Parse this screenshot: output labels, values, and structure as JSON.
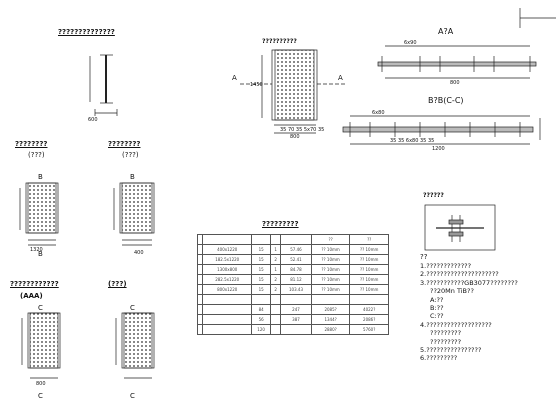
{
  "titles": {
    "section_main": "??????????????",
    "section_b_left": "????????",
    "section_b_left_sub": "(???)",
    "section_b_right": "????????",
    "section_b_right_sub": "(???)",
    "section_c_left": "????????????",
    "section_c_left_sub": "(AAA)",
    "section_c_right": "(???)",
    "flange_plate": "??????????",
    "aa": "A?A",
    "bb": "B?B(C-C)",
    "table_title": "?????????",
    "bolt_detail": "??????",
    "notes_heading": "??"
  },
  "labels": {
    "a": "A",
    "b": "B",
    "c": "C",
    "dim_600": "600",
    "dim_800": "800",
    "dim_1200": "1200",
    "dim_1450": "1450",
    "dim_400": "400",
    "dim_1320": "1320",
    "dim_pitch_a": "6x90",
    "dim_pitch_b": "6x80",
    "dim_bottom_a": "35 70 35 5x70 35",
    "dim_bottom_b": "35  35  6x80  35  35"
  },
  "table": {
    "rows": [
      [
        "",
        "",
        "",
        "",
        "",
        "??",
        "??"
      ],
      [
        "",
        "400x1220",
        "15",
        "1",
        "57.46",
        "?? 10mm",
        "?? 10mm"
      ],
      [
        "",
        "182.5x1220",
        "15",
        "2",
        "52.41",
        "?? 10mm",
        "?? 10mm"
      ],
      [
        "",
        "1300x800",
        "15",
        "1",
        "84.78",
        "?? 10mm",
        "?? 10mm"
      ],
      [
        "",
        "282.5x1220",
        "15",
        "2",
        "81.12",
        "?? 10mm",
        "?? 10mm"
      ],
      [
        "",
        "800x1220",
        "15",
        "2",
        "103.43",
        "?? 10mm",
        "?? 10mm"
      ],
      [
        "",
        "",
        "",
        "",
        "",
        "",
        ""
      ],
      [
        "",
        "",
        "84",
        "",
        "247",
        "2085?",
        "4022?"
      ],
      [
        "",
        "",
        "56",
        "",
        "387",
        "1344?",
        "2086?"
      ],
      [
        "",
        "",
        "120",
        "",
        "",
        "2880?",
        "5760?"
      ]
    ]
  },
  "notes": [
    "1.?????????????",
    "2.?????????????????????",
    "3.???????????GB3077????????",
    "??20Mn TiB??",
    "A:??",
    "B:??",
    "C:??",
    "4.???????????????????",
    "?????????",
    "?????????",
    "5.????????????????",
    "6.?????????"
  ]
}
